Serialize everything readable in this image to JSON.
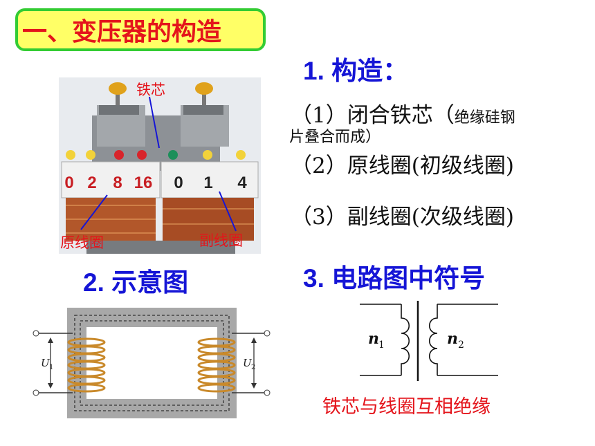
{
  "title": "一、变压器的构造",
  "sections": {
    "structure": {
      "heading": "1. 构造：",
      "item1": "（1）闭合铁芯（",
      "item1_note_a": "绝缘硅钢",
      "item1_note_b": "片叠合而成）",
      "item2": "（2）原线圈(初级线圈)",
      "item3": "（3）副线圈(次级线圈)"
    },
    "schematic": {
      "heading": "2. 示意图",
      "u1": "U",
      "u1_sub": "1",
      "u2": "U",
      "u2_sub": "2"
    },
    "symbol": {
      "heading": "3. 电路图中符号",
      "n1": "n",
      "n1_sub": "1",
      "n2": "n",
      "n2_sub": "2",
      "caption": "铁芯与线圈互相绝缘"
    }
  },
  "photo": {
    "label_core": "铁芯",
    "label_primary": "原线圈",
    "label_secondary": "副线圈",
    "primary_terminals": [
      "0",
      "2",
      "8",
      "16"
    ],
    "secondary_terminals": [
      "0",
      "1",
      "4"
    ]
  },
  "colors": {
    "title_bg": "#ffff66",
    "title_border": "#33cc33",
    "accent_red": "#e4141b",
    "heading_blue": "#1515d6"
  }
}
